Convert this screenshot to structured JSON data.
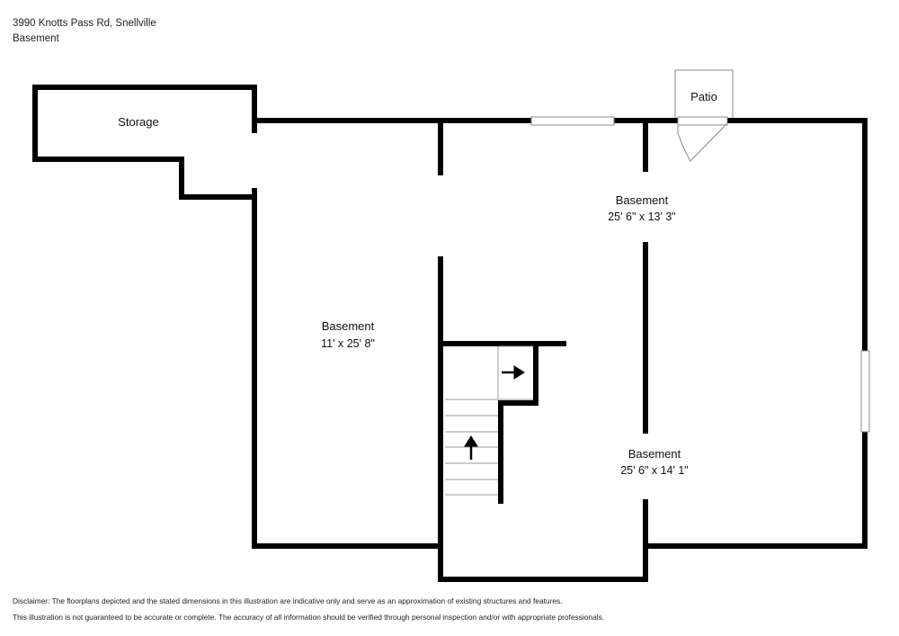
{
  "header": {
    "address": "3990 Knotts Pass Rd, Snellville",
    "floor": "Basement"
  },
  "rooms": [
    {
      "name": "Storage",
      "dims": ""
    },
    {
      "name": "Patio",
      "dims": ""
    },
    {
      "name": "Basement",
      "dims": "25' 6\" x 13' 3\""
    },
    {
      "name": "Basement",
      "dims": "11' x 25' 8\""
    },
    {
      "name": "Basement",
      "dims": "25' 6\" x 14' 1\""
    }
  ],
  "disclaimer": {
    "line1": "Disclaimer: The floorplans depicted and the stated dimensions in this illustration are indicative only and serve as an approximation of existing structures and features.",
    "line2": "This illustration is not guaranteed to be accurate or complete. The accuracy of all information should be verified through personal inspection and/or with appropriate professionals."
  },
  "colors": {
    "wall": "#000000",
    "window": "#ffffff",
    "patio_outline": "#888888"
  },
  "icons": [
    "stair-arrow-up-icon",
    "stair-arrow-right-icon"
  ]
}
